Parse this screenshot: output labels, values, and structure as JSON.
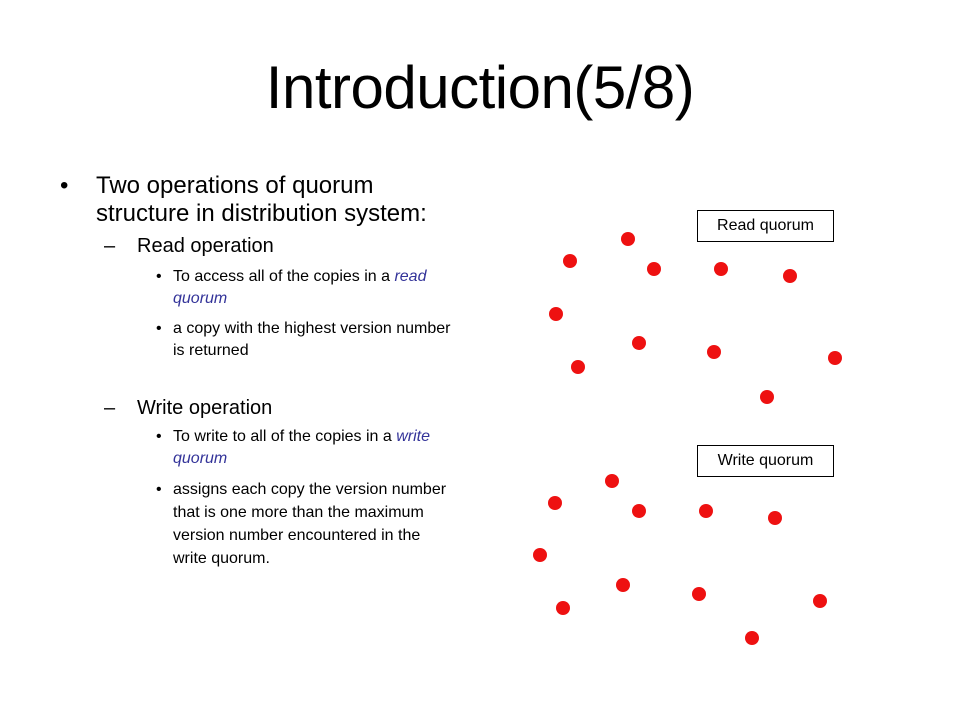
{
  "slide": {
    "title": "Introduction(5/8)",
    "bullet": "Two operations of quorum structure in distribution system:",
    "read": {
      "heading": "Read operation",
      "item1_before": "To access all of the copies in a ",
      "item1_highlight": "read quorum",
      "item2": "a copy with the highest version number is returned"
    },
    "write": {
      "heading": "Write operation",
      "item1_before": "To write to all of the copies in a ",
      "item1_highlight": "write quorum",
      "item2": "assigns each copy the version number that is one more than the maximum version number encountered in the write quorum."
    }
  },
  "diagram": {
    "read_label": "Read quorum",
    "write_label": "Write quorum",
    "dot_color": "#ee1111",
    "highlight_color": "#333399"
  }
}
